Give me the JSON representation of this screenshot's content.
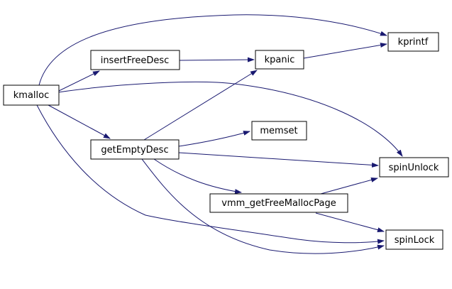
{
  "diagram": {
    "colors": {
      "background": "#ffffff",
      "edge": "#191970",
      "node_fill": "#ffffff",
      "node_border": "#000000",
      "highlighted_fill": "#c0c0c0",
      "error_border": "#ff0000",
      "text": "#000000"
    },
    "nodes": [
      {
        "id": "kmalloc",
        "label": "kmalloc",
        "style": "highlighted"
      },
      {
        "id": "insertFreeDesc",
        "label": "insertFreeDesc",
        "style": "normal"
      },
      {
        "id": "kpanic",
        "label": "kpanic",
        "style": "red-border"
      },
      {
        "id": "kprintf",
        "label": "kprintf",
        "style": "normal"
      },
      {
        "id": "getEmptyDesc",
        "label": "getEmptyDesc",
        "style": "normal"
      },
      {
        "id": "memset",
        "label": "memset",
        "style": "normal"
      },
      {
        "id": "spinUnlock",
        "label": "spinUnlock",
        "style": "normal"
      },
      {
        "id": "vmm_getFreeMallocPage",
        "label": "vmm_getFreeMallocPage",
        "style": "red-border"
      },
      {
        "id": "spinLock",
        "label": "spinLock",
        "style": "normal"
      }
    ],
    "edges": [
      {
        "from": "kmalloc",
        "to": "kprintf"
      },
      {
        "from": "kmalloc",
        "to": "insertFreeDesc"
      },
      {
        "from": "kmalloc",
        "to": "getEmptyDesc"
      },
      {
        "from": "kmalloc",
        "to": "spinUnlock"
      },
      {
        "from": "kmalloc",
        "to": "spinLock"
      },
      {
        "from": "insertFreeDesc",
        "to": "kpanic"
      },
      {
        "from": "kpanic",
        "to": "kprintf"
      },
      {
        "from": "getEmptyDesc",
        "to": "kpanic"
      },
      {
        "from": "getEmptyDesc",
        "to": "memset"
      },
      {
        "from": "getEmptyDesc",
        "to": "spinUnlock"
      },
      {
        "from": "getEmptyDesc",
        "to": "vmm_getFreeMallocPage"
      },
      {
        "from": "getEmptyDesc",
        "to": "spinLock"
      },
      {
        "from": "vmm_getFreeMallocPage",
        "to": "spinUnlock"
      },
      {
        "from": "vmm_getFreeMallocPage",
        "to": "spinLock"
      }
    ]
  }
}
